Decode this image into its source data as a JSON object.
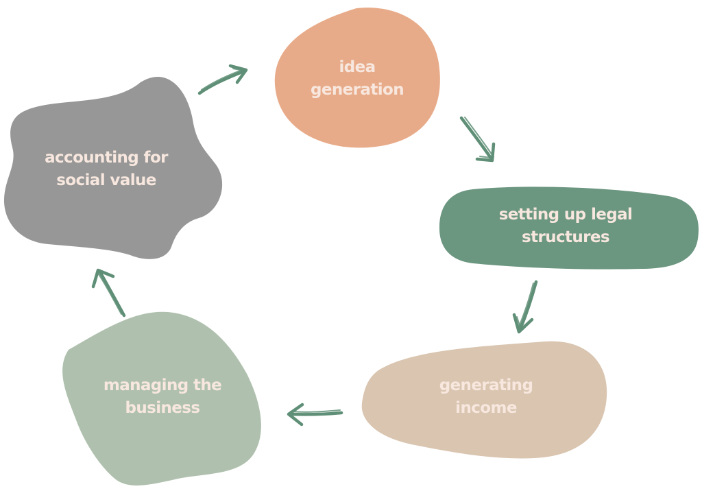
{
  "diagram": {
    "colors": {
      "idea_generation": "#e8ab89",
      "setting_up_legal_structures": "#6b9680",
      "generating_income": "#d9c5b0",
      "managing_the_business": "#afc1ae",
      "accounting_for_social_value": "#979797",
      "text": "#f7e7de",
      "arrow": "#5f8f77"
    },
    "stages": [
      {
        "key": "idea_generation",
        "line1": "idea",
        "line2": "generation"
      },
      {
        "key": "setting_up_legal_structures",
        "line1": "setting up legal",
        "line2": "structures"
      },
      {
        "key": "generating_income",
        "line1": "generating",
        "line2": "income"
      },
      {
        "key": "managing_the_business",
        "line1": "managing the",
        "line2": "business"
      },
      {
        "key": "accounting_for_social_value",
        "line1": "accounting for",
        "line2": "social value"
      }
    ]
  }
}
